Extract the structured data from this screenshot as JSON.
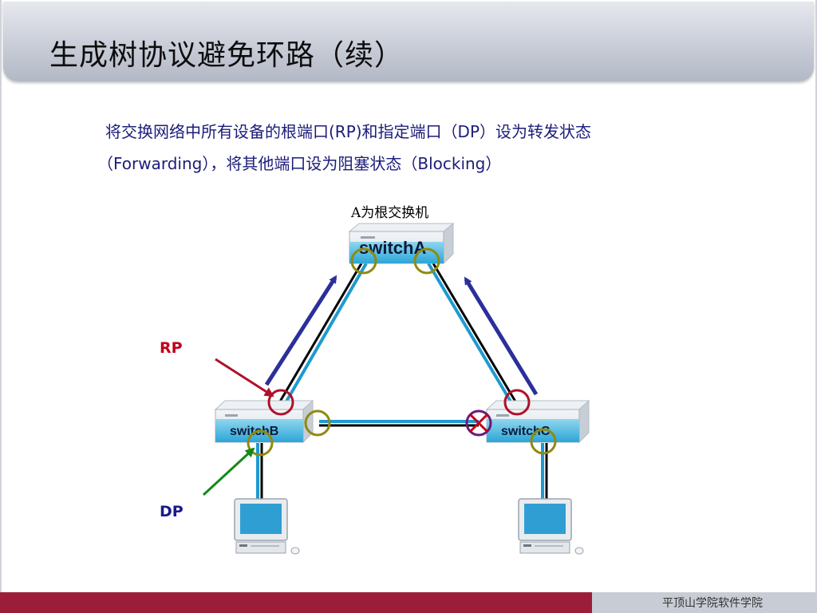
{
  "slide": {
    "title": "生成树协议避免环路（续）",
    "description_line1": "将交换网络中所有设备的根端口(RP)和指定端口（DP）设为转发状态",
    "description_line2": "（Forwarding），将其他端口设为阻塞状态（Blocking）",
    "root_caption": "A为根交换机",
    "label_rp": "RP",
    "label_dp": "DP",
    "footer": "平顶山学院软件学院"
  },
  "switches": {
    "a": "switchA",
    "b": "switchB",
    "c": "switchC"
  },
  "colors": {
    "footer_red": "#9c1d3a",
    "link_blue": "#1f9ad0",
    "arrow_navy": "#2b2f9a",
    "rp_circle": "#b0102a",
    "dp_circle": "#8f8a10",
    "block_x": "#6a1a7a",
    "rp_arrow": "#b0102a",
    "dp_arrow": "#138a1a"
  }
}
